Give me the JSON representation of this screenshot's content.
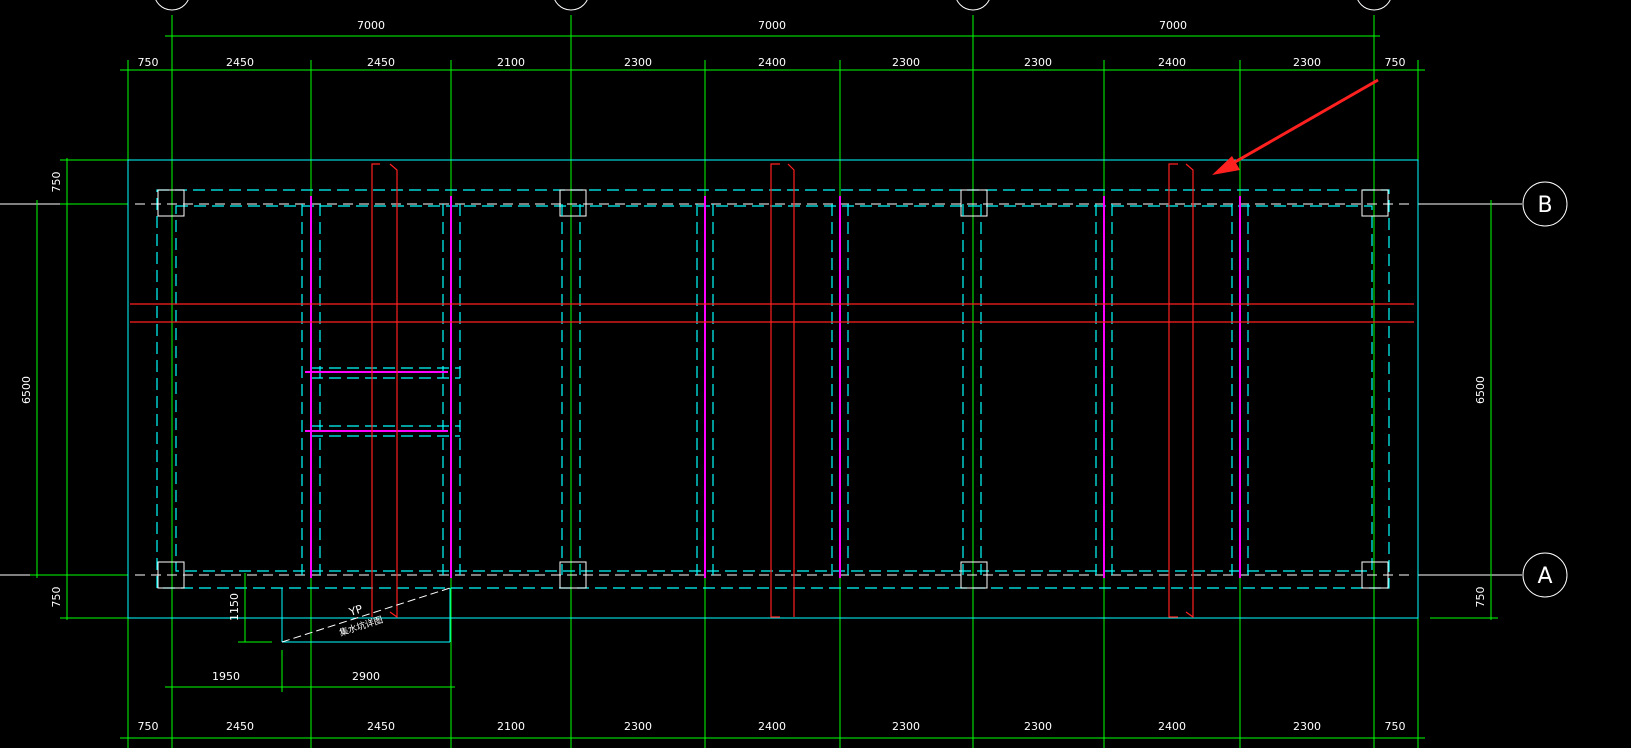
{
  "drawing": {
    "top_span_dims": [
      "7000",
      "7000",
      "7000"
    ],
    "top_bay_dims": [
      "750",
      "2450",
      "2450",
      "2100",
      "2300",
      "2400",
      "2300",
      "2300",
      "2400",
      "2300",
      "750"
    ],
    "bottom_bay_dims": [
      "750",
      "2450",
      "2450",
      "2100",
      "2300",
      "2400",
      "2300",
      "2300",
      "2400",
      "2300",
      "750"
    ],
    "left_dims": [
      "750",
      "6500",
      "750"
    ],
    "right_dims": [
      "6500",
      "750"
    ],
    "axis_labels": [
      "B",
      "A"
    ],
    "pit": {
      "height_dim": "1150",
      "width_dims": [
        "1950",
        "2900"
      ],
      "label_code": "YP",
      "label_text": "集水坑详图"
    },
    "colors": {
      "axis": "#00ff00",
      "foundation": "#00ffff",
      "section": "#ff2020",
      "beam": "#ff00ff",
      "text": "#ffffff",
      "annotation_arrow": "#ff2020"
    }
  }
}
